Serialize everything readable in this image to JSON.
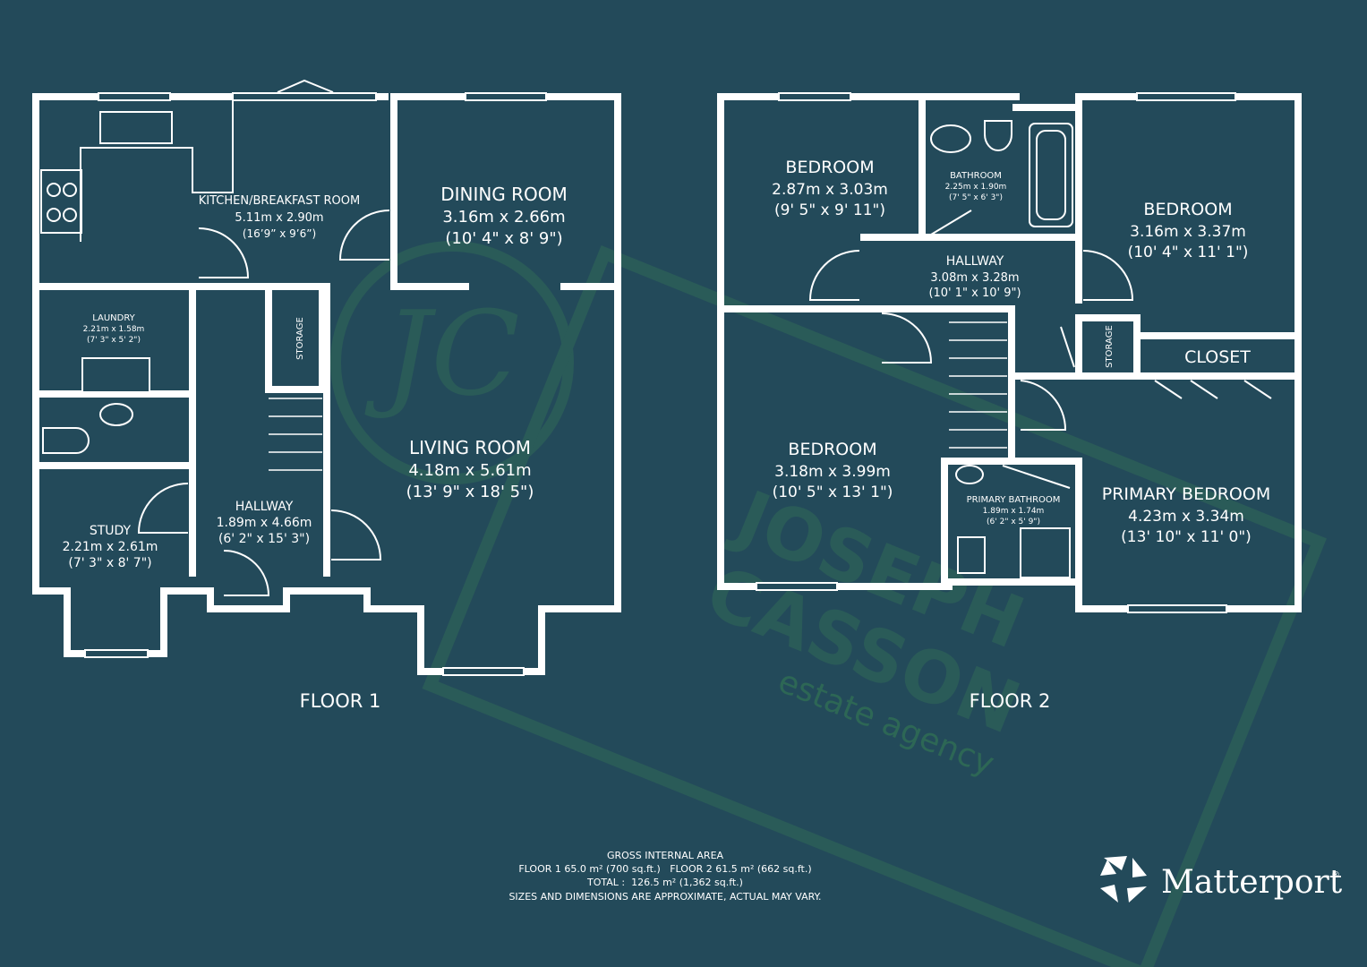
{
  "floor1": {
    "label": "FLOOR 1",
    "rooms": {
      "kitchen": {
        "name": "KITCHEN/BREAKFAST ROOM",
        "metric": "5.11m x 2.90m",
        "imperial": "(16’9” x 9’6”)"
      },
      "dining": {
        "name": "DINING ROOM",
        "metric": "3.16m x 2.66m",
        "imperial": "(10' 4\" x 8' 9\")"
      },
      "laundry": {
        "name": "LAUNDRY",
        "metric": "2.21m x 1.58m",
        "imperial": "(7' 3\" x 5' 2\")"
      },
      "storage": {
        "name": "STORAGE"
      },
      "living": {
        "name": "LIVING ROOM",
        "metric": "4.18m x 5.61m",
        "imperial": "(13' 9\" x 18' 5\")"
      },
      "hallway": {
        "name": "HALLWAY",
        "metric": "1.89m x 4.66m",
        "imperial": "(6' 2\" x 15' 3\")"
      },
      "study": {
        "name": "STUDY",
        "metric": "2.21m x 2.61m",
        "imperial": "(7' 3\" x 8' 7\")"
      }
    }
  },
  "floor2": {
    "label": "FLOOR 2",
    "rooms": {
      "bedroom1": {
        "name": "BEDROOM",
        "metric": "2.87m x 3.03m",
        "imperial": "(9' 5\" x 9' 11\")"
      },
      "bathroom": {
        "name": "BATHROOM",
        "metric": "2.25m x 1.90m",
        "imperial": "(7' 5\" x 6' 3\")"
      },
      "bedroom2": {
        "name": "BEDROOM",
        "metric": "3.16m x 3.37m",
        "imperial": "(10' 4\" x 11' 1\")"
      },
      "hallway": {
        "name": "HALLWAY",
        "metric": "3.08m x 3.28m",
        "imperial": "(10' 1\" x 10' 9\")"
      },
      "storage": {
        "name": "STORAGE"
      },
      "closet": {
        "name": "CLOSET"
      },
      "bedroom3": {
        "name": "BEDROOM",
        "metric": "3.18m x 3.99m",
        "imperial": "(10' 5\" x 13' 1\")"
      },
      "primary_bathroom": {
        "name": "PRIMARY BATHROOM",
        "metric": "1.89m x 1.74m",
        "imperial": "(6' 2\" x 5' 9\")"
      },
      "primary_bedroom": {
        "name": "PRIMARY BEDROOM",
        "metric": "4.23m x 3.34m",
        "imperial": "(13' 10\" x 11' 0\")"
      }
    }
  },
  "footer": {
    "title": "GROSS INTERNAL AREA",
    "line1": "FLOOR 1 65.0 m² (700 sq.ft.)   FLOOR 2 61.5 m² (662 sq.ft.)",
    "line2": "TOTAL :  126.5 m² (1,362 sq.ft.)",
    "disclaimer": "SIZES AND DIMENSIONS ARE APPROXIMATE, ACTUAL MAY VARY."
  },
  "watermark": {
    "monogram": "JC",
    "line1": "JOSEPH",
    "line2": "CASSON",
    "line3": "estate agency"
  },
  "brand": {
    "name": "Matterport",
    "mark": "®"
  },
  "colors": {
    "background": "#234a5a",
    "walls": "#ffffff",
    "watermark": "#2b5d58"
  }
}
